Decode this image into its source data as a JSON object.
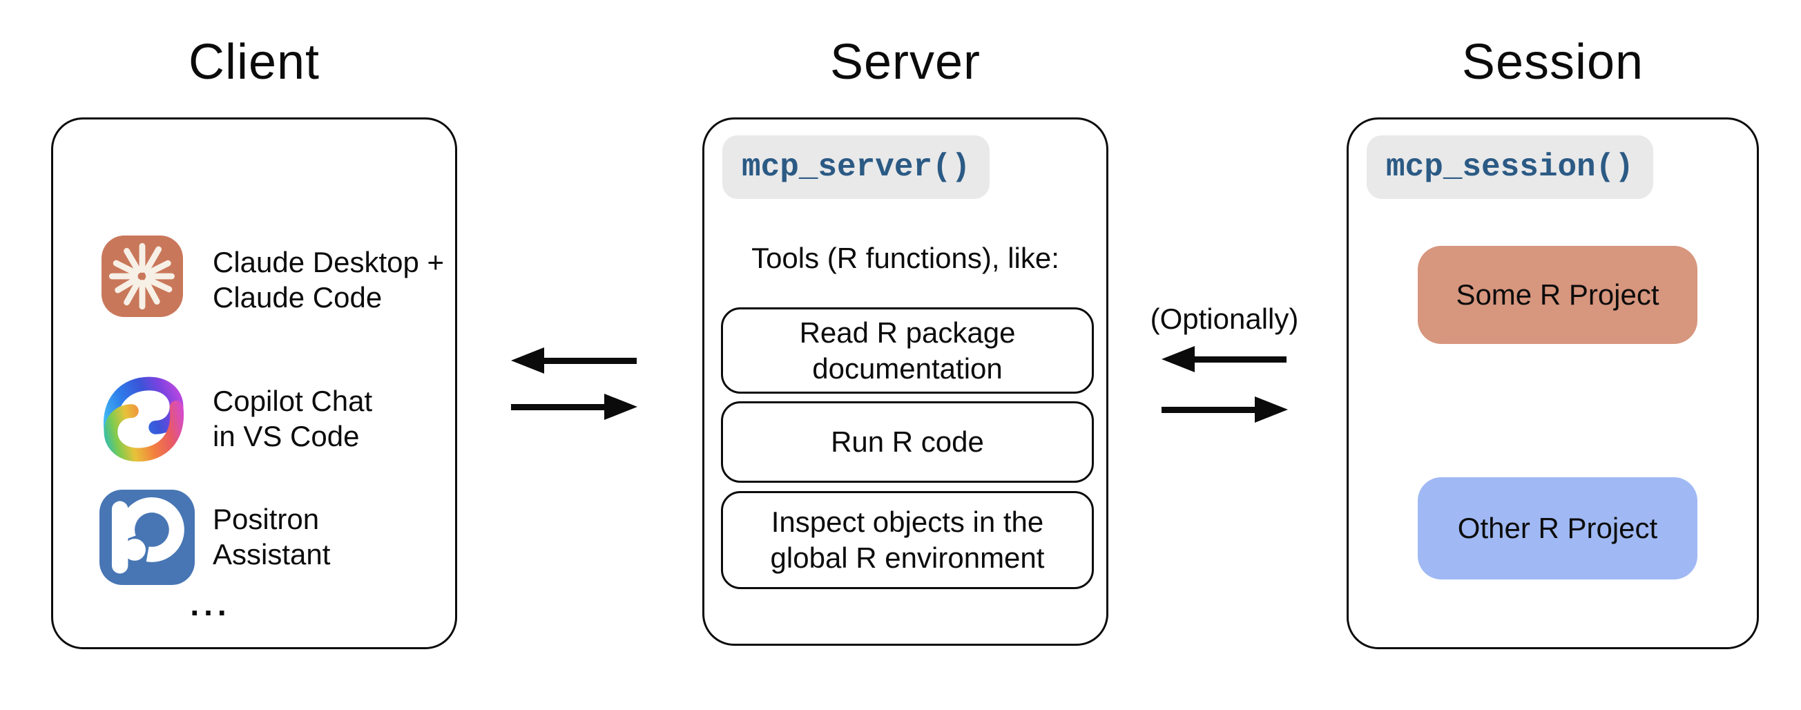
{
  "titles": {
    "client": "Client",
    "server": "Server",
    "session": "Session"
  },
  "client": {
    "items": [
      {
        "icon": "claude-icon",
        "label_lines": [
          "Claude Desktop +",
          "Claude Code"
        ]
      },
      {
        "icon": "copilot-icon",
        "label_lines": [
          "Copilot Chat",
          "in VS Code"
        ]
      },
      {
        "icon": "positron-icon",
        "label_lines": [
          "Positron",
          "Assistant"
        ]
      }
    ],
    "ellipsis": "..."
  },
  "server": {
    "code_chip": "mcp_server()",
    "tools_label": "Tools (R functions), like:",
    "tools": [
      {
        "lines": [
          "Read R package",
          "documentation"
        ]
      },
      {
        "lines": [
          "Run R code"
        ]
      },
      {
        "lines": [
          "Inspect objects in the",
          "global R environment"
        ]
      }
    ]
  },
  "session": {
    "code_chip": "mcp_session()",
    "projects": [
      {
        "label": "Some R Project",
        "color": "#D7967E"
      },
      {
        "label": "Other R Project",
        "color": "#A0B9F4"
      }
    ]
  },
  "connections": {
    "optionally_label": "(Optionally)"
  },
  "colors": {
    "ink": "#0C0C0C",
    "chip_bg": "#E9E9EA",
    "code_text_blue": "#2B5A84",
    "claude_terracotta": "#C9775A",
    "claude_spark_cream": "#F7F0E6",
    "positron_blue": "#4876B4",
    "project_salmon": "#D7967E",
    "project_blue": "#A0B9F4"
  }
}
